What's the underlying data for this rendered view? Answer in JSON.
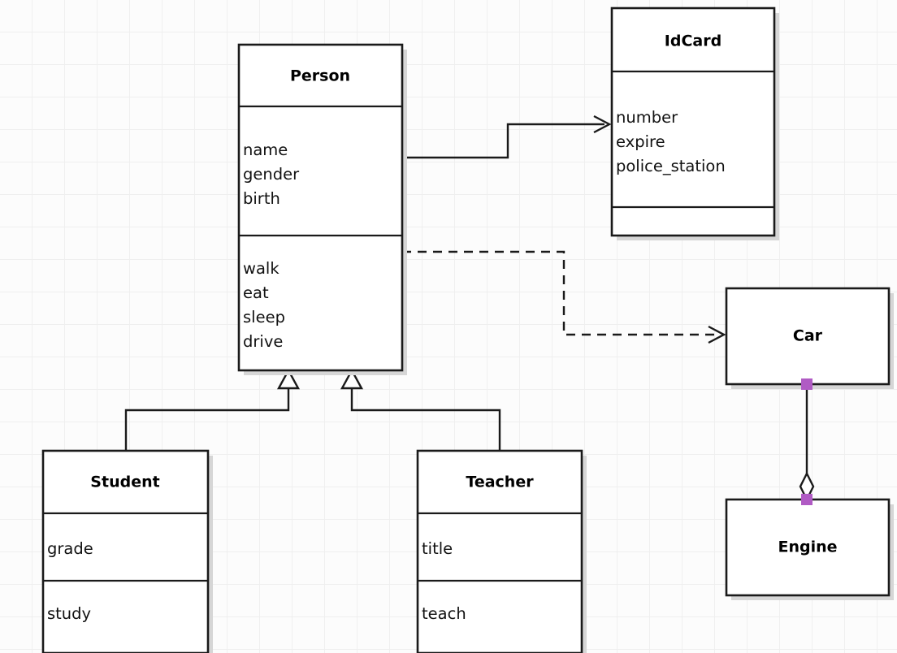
{
  "diagram": {
    "kind": "uml-class-diagram",
    "background_color": "#fcfcfc",
    "grid_color": "#efefef",
    "line_color": "#1a1a1a",
    "box_fill": "#ffffff",
    "shadow_color": "#d6d6d6",
    "handle_color": "#b05bc4"
  },
  "classes": {
    "person": {
      "name": "Person",
      "attributes": [
        "name",
        "gender",
        "birth"
      ],
      "operations": [
        "walk",
        "eat",
        "sleep",
        "drive"
      ]
    },
    "idcard": {
      "name": "IdCard",
      "attributes": [
        "number",
        "expire",
        "police_station"
      ],
      "operations": []
    },
    "student": {
      "name": "Student",
      "attributes": [
        "grade"
      ],
      "operations": [
        "study"
      ]
    },
    "teacher": {
      "name": "Teacher",
      "attributes": [
        "title"
      ],
      "operations": [
        "teach"
      ]
    },
    "car": {
      "name": "Car",
      "attributes": [],
      "operations": []
    },
    "engine": {
      "name": "Engine",
      "attributes": [],
      "operations": []
    }
  },
  "relationships": [
    {
      "id": "person-idcard",
      "type": "association",
      "source": "Person",
      "target": "IdCard",
      "line": "solid",
      "arrow": "open"
    },
    {
      "id": "person-car",
      "type": "dependency",
      "source": "Person",
      "target": "Car",
      "line": "dashed",
      "arrow": "open"
    },
    {
      "id": "student-person",
      "type": "generalization",
      "source": "Student",
      "target": "Person",
      "line": "solid",
      "arrow": "hollow-triangle"
    },
    {
      "id": "teacher-person",
      "type": "generalization",
      "source": "Teacher",
      "target": "Person",
      "line": "solid",
      "arrow": "hollow-triangle"
    },
    {
      "id": "car-engine",
      "type": "aggregation",
      "source": "Car",
      "target": "Engine",
      "line": "solid",
      "arrow": "hollow-diamond"
    }
  ]
}
